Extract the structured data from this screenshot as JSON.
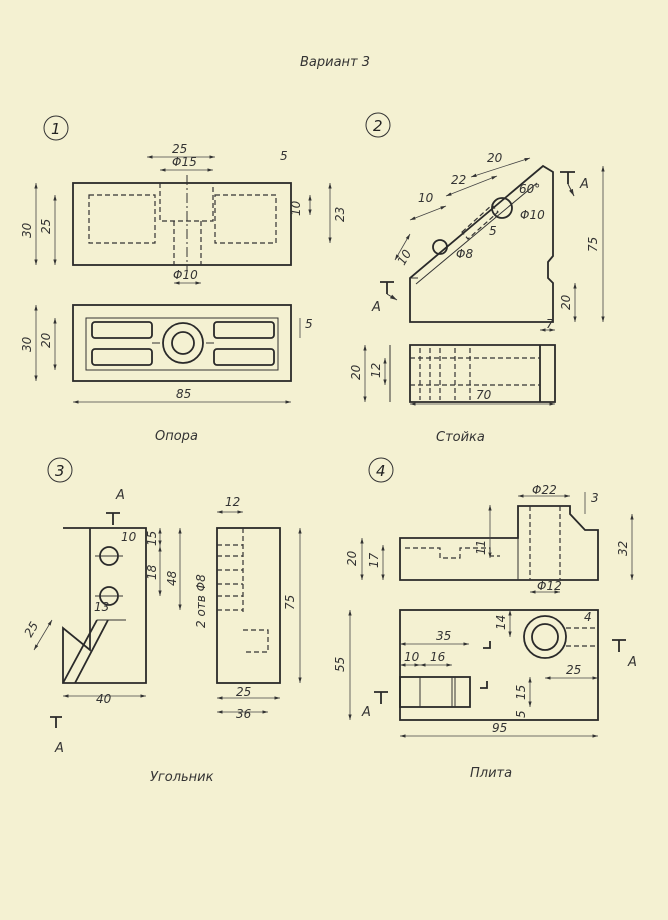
{
  "title": "Вариант 3",
  "parts": [
    {
      "number": "1",
      "name": "Опора",
      "dims": {
        "d1": "25",
        "d2": "Φ15",
        "d3": "5",
        "d4": "10",
        "d5": "23",
        "d6": "30",
        "d7": "25",
        "d8": "Φ10",
        "d9": "30",
        "d10": "20",
        "d11": "5",
        "d12": "85"
      }
    },
    {
      "number": "2",
      "name": "Стойка",
      "dims": {
        "d1": "20",
        "d2": "22",
        "d3": "10",
        "d4": "60°",
        "d5": "Φ10",
        "d6": "5",
        "d7": "Φ8",
        "d8": "10",
        "d9": "75",
        "d10": "20",
        "d11": "7",
        "d12": "20",
        "d13": "12",
        "d14": "70",
        "sec1": "A",
        "sec2": "A"
      }
    },
    {
      "number": "3",
      "name": "Угольник",
      "dims": {
        "d1": "12",
        "d2": "10",
        "d3": "15",
        "d4": "18",
        "d5": "48",
        "d6": "13",
        "d7": "2 отв Φ8",
        "d8": "75",
        "d9": "25",
        "d10": "40",
        "d11": "25",
        "d12": "36",
        "sec1": "A",
        "sec2": "A"
      }
    },
    {
      "number": "4",
      "name": "Плита",
      "dims": {
        "d1": "Φ22",
        "d2": "3",
        "d3": "20",
        "d4": "17",
        "d5": "11",
        "d6": "32",
        "d7": "Φ12",
        "d8": "14",
        "d9": "4",
        "d10": "35",
        "d11": "10",
        "d12": "16",
        "d13": "55",
        "d14": "25",
        "d15": "15",
        "d16": "5",
        "d17": "95",
        "sec1": "A",
        "sec2": "A"
      }
    }
  ]
}
